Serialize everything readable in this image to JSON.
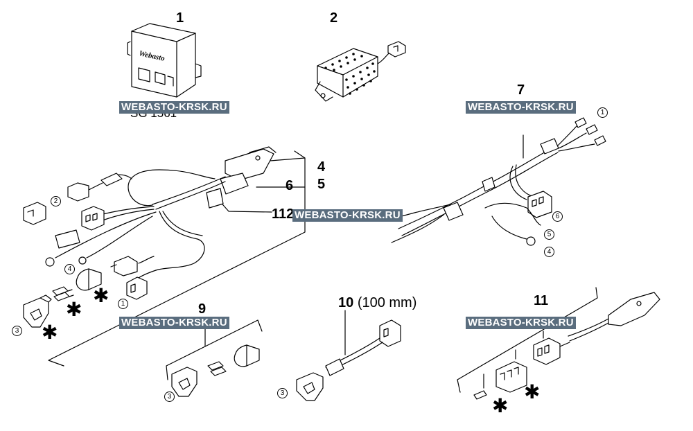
{
  "part_numbers": {
    "p1": "1",
    "p2": "2",
    "p4": "4",
    "p5": "5",
    "p6": "6",
    "p7": "7",
    "p9": "9",
    "p10": "10",
    "p10_note": "(100 mm)",
    "p11": "11",
    "p112": "112"
  },
  "control_unit_caption": "SG 1561",
  "logo_text": "Webasto",
  "watermark": "WEBASTO-KRSK.RU",
  "callouts": {
    "c1": "1",
    "c2": "2",
    "c3": "3",
    "c4": "4",
    "c5": "5",
    "c6": "6"
  },
  "asterisk": "✱"
}
